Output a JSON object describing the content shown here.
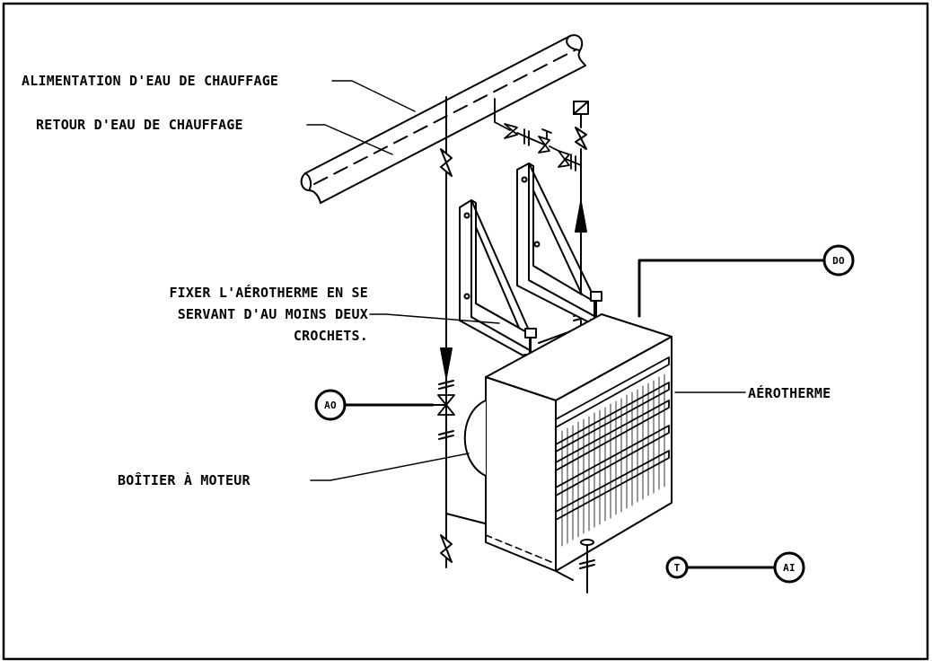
{
  "labels": {
    "supply": "ALIMENTATION D'EAU DE CHAUFFAGE",
    "return": "RETOUR D'EAU DE CHAUFFAGE",
    "fix_line1": "FIXER L'AÉROTHERME EN SE",
    "fix_line2": "SERVANT D'AU MOINS DEUX",
    "fix_line3": "CROCHETS.",
    "heater": "AÉROTHERME",
    "motor": "BOÎTIER À MOTEUR"
  },
  "tags": {
    "do": "DO",
    "ao": "AO",
    "ai": "AI",
    "t": "T"
  },
  "colors": {
    "line": "#000000",
    "background": "#ffffff"
  }
}
